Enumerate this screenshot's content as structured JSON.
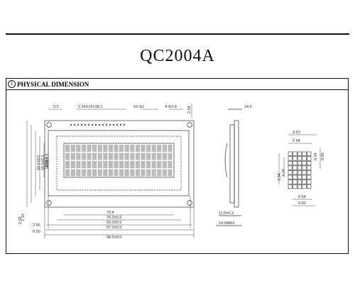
{
  "title": "QC2004A",
  "section": {
    "number": "1",
    "label": "PHYSICAL  DIMENSION"
  },
  "dims": {
    "d1": "3.5",
    "d2": "2.54X15=38.1",
    "d3": "16-Φ1",
    "d4": "4-Φ3.4",
    "d5": "2.54",
    "d6": "14.6",
    "d7": "3.53",
    "d8": "2.94",
    "d9": "0.54",
    "d10": "0.60",
    "d11": "3.34",
    "d12": "4.74",
    "d13": "70.4",
    "d14": "76.0±0.2",
    "d15": "93.0±0.5",
    "d16": "97.0±0.5",
    "d17": "98.0±0.5",
    "d18": "11.5±0.3",
    "d19": "14.0MAX",
    "d20": "0.54",
    "d21": "0.60",
    "d22": "60.0±0.5",
    "d23": "55.0±0.3",
    "d24": "50.0±0.3",
    "d25": "40.3",
    "d26": "20.8",
    "d27": "2.50",
    "d28": "2.56",
    "d29": "0.50",
    "d30": "1.10"
  }
}
